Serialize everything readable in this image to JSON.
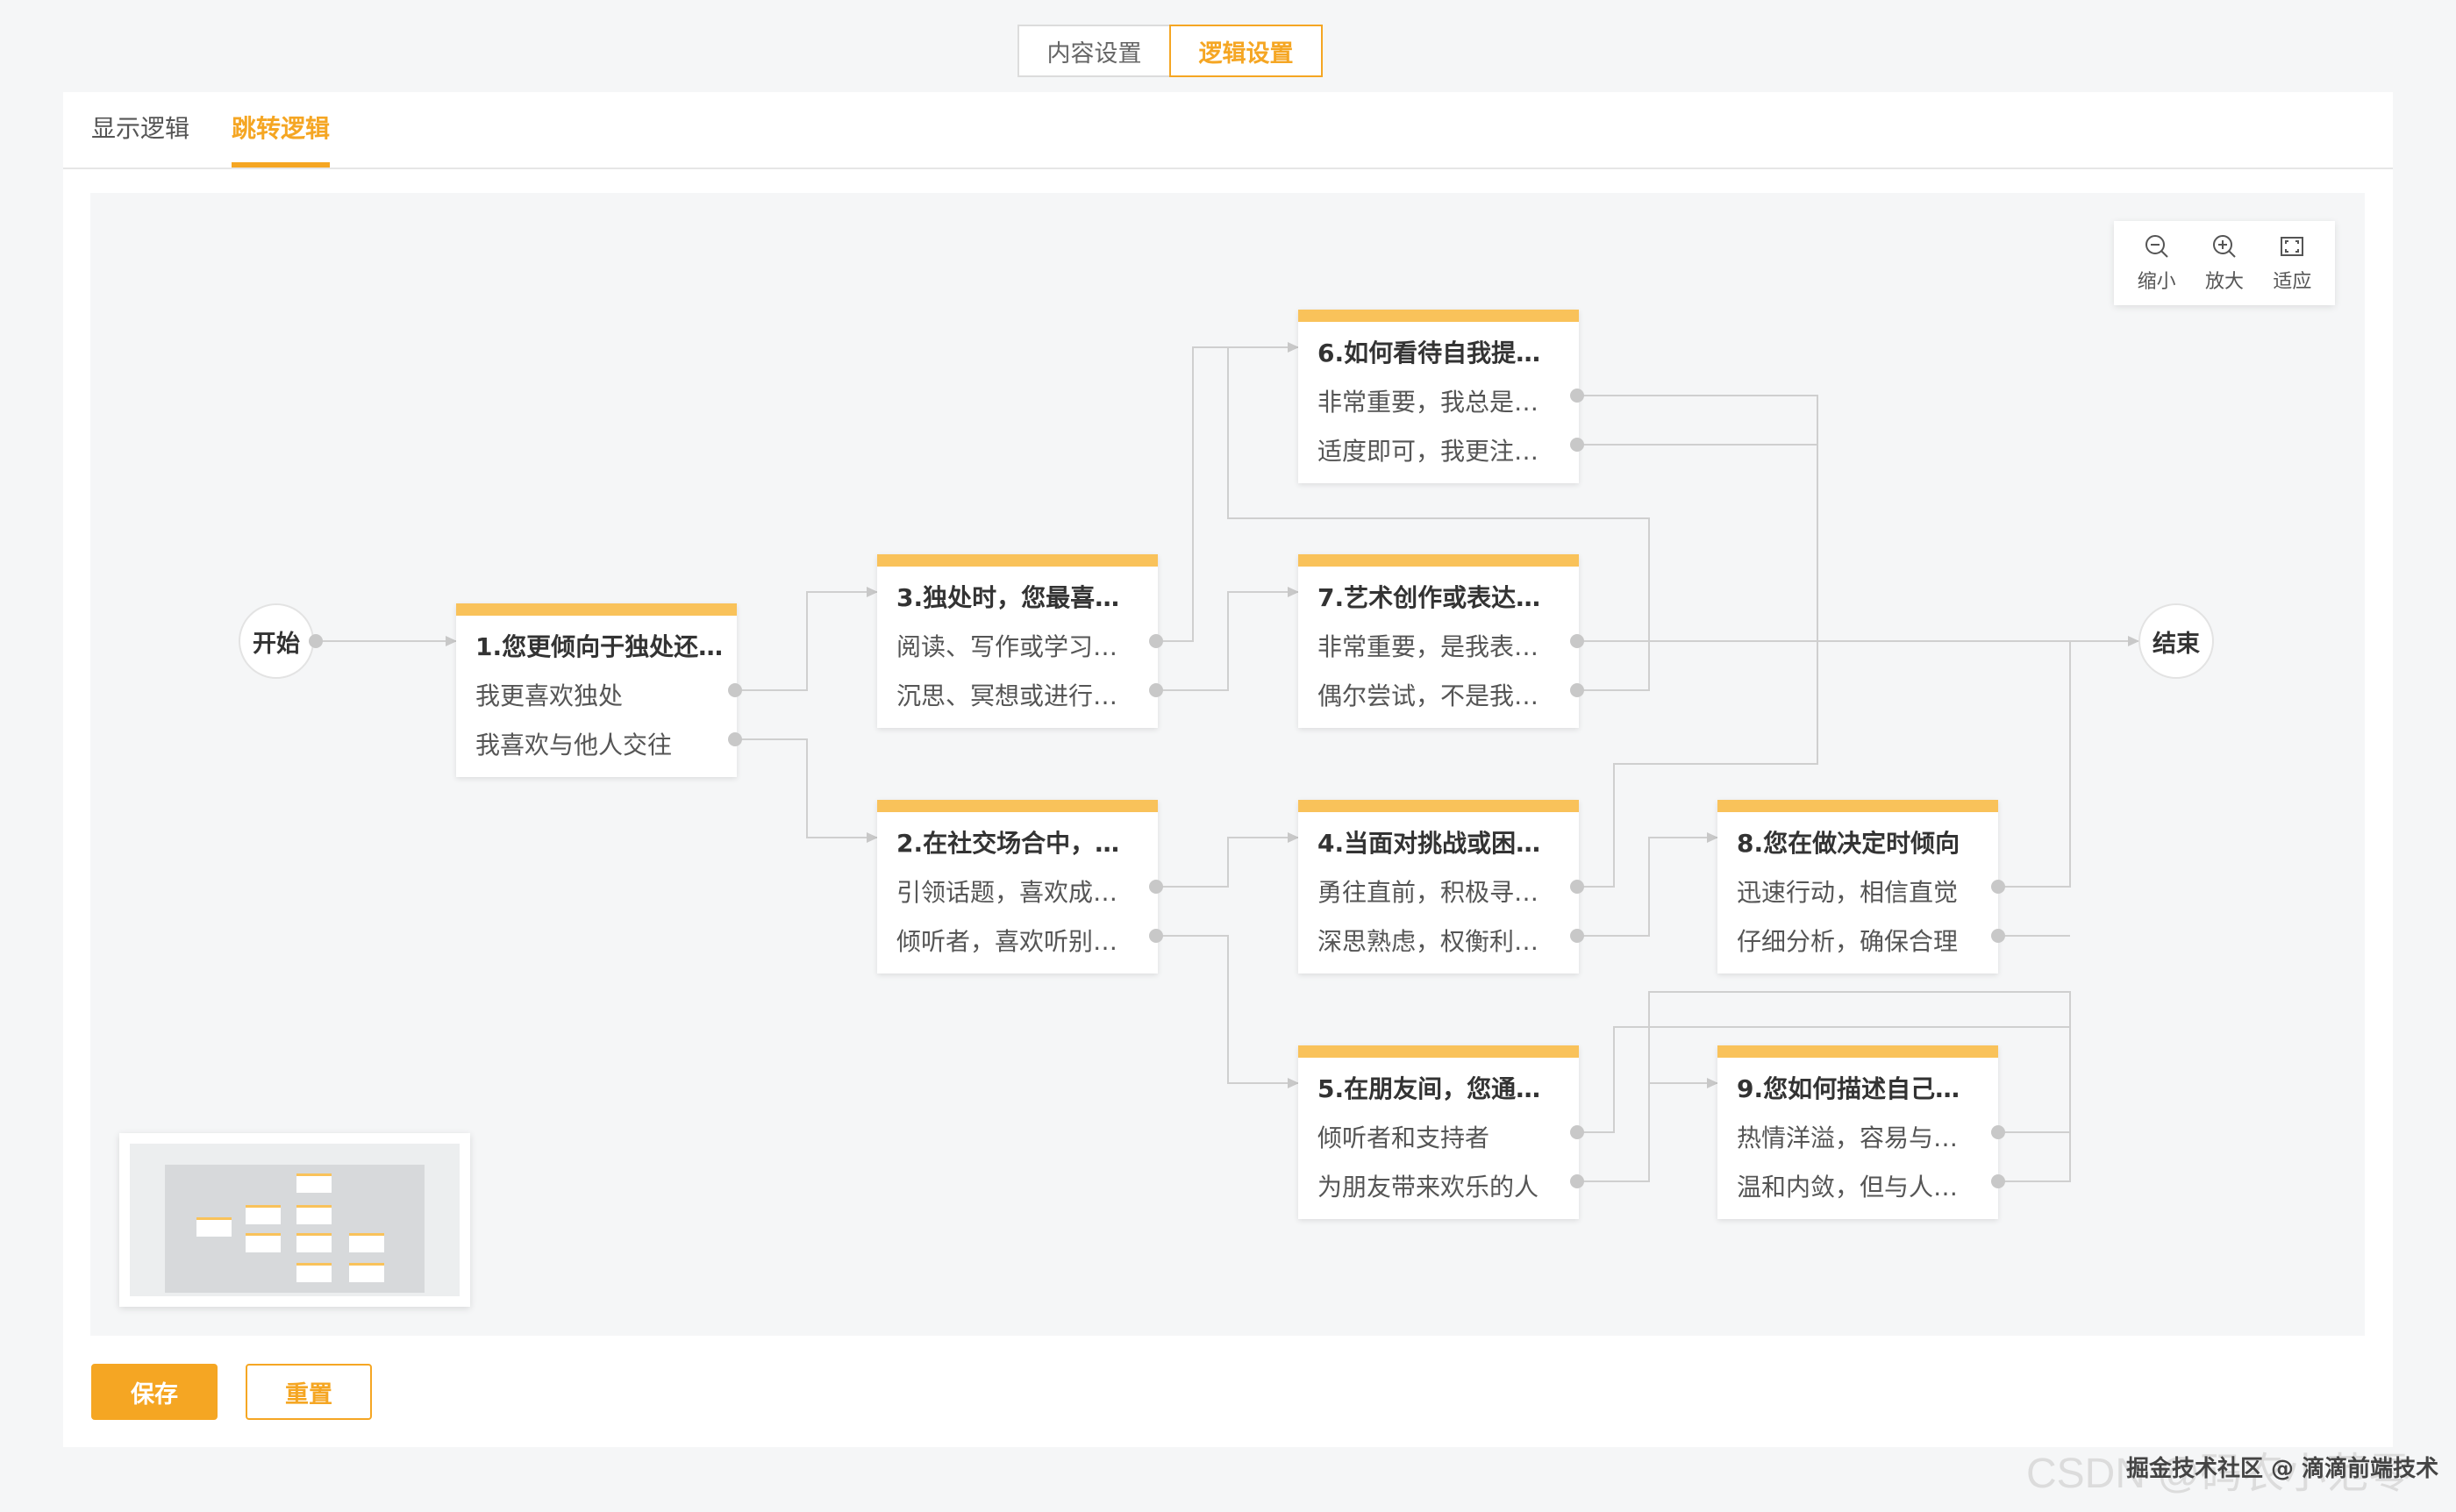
{
  "top_tabs": [
    "内容设置",
    "逻辑设置"
  ],
  "top_tab_active": 1,
  "sub_tabs": [
    "显示逻辑",
    "跳转逻辑"
  ],
  "sub_tab_active": 1,
  "toolbar": {
    "zoom_out": "缩小",
    "zoom_in": "放大",
    "fit": "适应"
  },
  "graph": {
    "start_label": "开始",
    "end_label": "结束",
    "nodes": [
      {
        "title": "1.您更倾向于独处还…",
        "options": [
          "我更喜欢独处",
          "我喜欢与他人交往"
        ]
      },
      {
        "title": "2.在社交场合中，…",
        "options": [
          "引领话题，喜欢成…",
          "倾听者，喜欢听别…"
        ]
      },
      {
        "title": "3.独处时，您最喜…",
        "options": [
          "阅读、写作或学习…",
          "沉思、冥想或进行…"
        ]
      },
      {
        "title": "4.当面对挑战或困…",
        "options": [
          "勇往直前，积极寻…",
          "深思熟虑，权衡利…"
        ]
      },
      {
        "title": "5.在朋友间，您通…",
        "options": [
          "倾听者和支持者",
          "为朋友带来欢乐的人"
        ]
      },
      {
        "title": "6.如何看待自我提…",
        "options": [
          "非常重要，我总是…",
          "适度即可，我更注…"
        ]
      },
      {
        "title": "7.艺术创作或表达…",
        "options": [
          "非常重要，是我表…",
          "偶尔尝试，不是我…"
        ]
      },
      {
        "title": "8.您在做决定时倾向",
        "options": [
          "迅速行动，相信直觉",
          "仔细分析，确保合理"
        ]
      },
      {
        "title": "9.您如何描述自己…",
        "options": [
          "热情洋溢，容易与…",
          "温和内敛，但与人…"
        ]
      }
    ]
  },
  "buttons": {
    "save": "保存",
    "reset": "重置"
  },
  "watermark": {
    "main": "CSDN @码农小范零",
    "sub": "掘金技术社区 @ 滴滴前端技术"
  },
  "colors": {
    "accent": "#f5a623",
    "node_header": "#f9c25a",
    "edge": "#cfcfcf"
  }
}
